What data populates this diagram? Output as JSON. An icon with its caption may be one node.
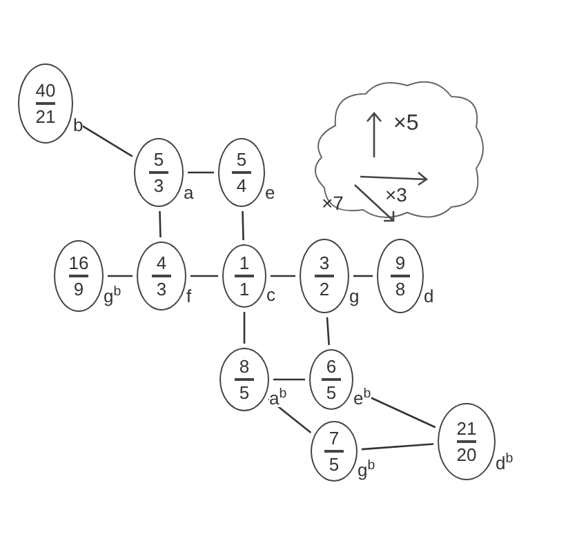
{
  "diagram": {
    "nodes": [
      {
        "text": [
          "40",
          "21"
        ],
        "beside": [
          "b"
        ]
      },
      {
        "text": [
          "5",
          "3"
        ],
        "beside": [
          "a"
        ]
      },
      {
        "text": [
          "5",
          "4"
        ],
        "beside": [
          "e"
        ]
      },
      {
        "text": [
          "16",
          "9"
        ],
        "beside": [
          "g$^{b}$"
        ]
      },
      {
        "text": [
          "4",
          "3"
        ],
        "beside": [
          "f"
        ]
      },
      {
        "text": [
          "1",
          "1"
        ],
        "beside": [
          "c"
        ]
      },
      {
        "text": [
          "3",
          "2"
        ],
        "beside": [
          "g"
        ]
      },
      {
        "text": [
          "9",
          "8"
        ],
        "beside": [
          "d"
        ]
      },
      {
        "text": [
          "8",
          "5"
        ],
        "beside": [
          "a$^{b}$"
        ]
      },
      {
        "text": [
          "6",
          "5"
        ],
        "beside": [
          "e$^{b}$"
        ]
      },
      {
        "text": [
          "7",
          "5"
        ],
        "beside": [
          "g$^{b}$"
        ]
      },
      {
        "text": [
          "21",
          "20"
        ],
        "beside": [
          "d$^{b}$"
        ]
      },
      {
        "text": [
          "×5",
          "×3",
          "×7"
        ]
      }
    ],
    "edges": [
      {
        "from": 0,
        "to": 1,
        "arrow": "none"
      },
      {
        "from": 1,
        "to": 2,
        "arrow": "none"
      },
      {
        "from": 1,
        "to": 4,
        "arrow": "none"
      },
      {
        "from": 2,
        "to": 5,
        "arrow": "none"
      },
      {
        "from": 3,
        "to": 4,
        "arrow": "none"
      },
      {
        "from": 4,
        "to": 5,
        "arrow": "none"
      },
      {
        "from": 5,
        "to": 6,
        "arrow": "none"
      },
      {
        "from": 6,
        "to": 7,
        "arrow": "none"
      },
      {
        "from": 5,
        "to": 8,
        "arrow": "none"
      },
      {
        "from": 6,
        "to": 9,
        "arrow": "none"
      },
      {
        "from": 8,
        "to": 9,
        "arrow": "none"
      },
      {
        "from": 8,
        "to": 10,
        "arrow": "none"
      },
      {
        "from": 9,
        "to": 11,
        "arrow": "none"
      },
      {
        "from": 10,
        "to": 11,
        "arrow": "none"
      }
    ]
  }
}
